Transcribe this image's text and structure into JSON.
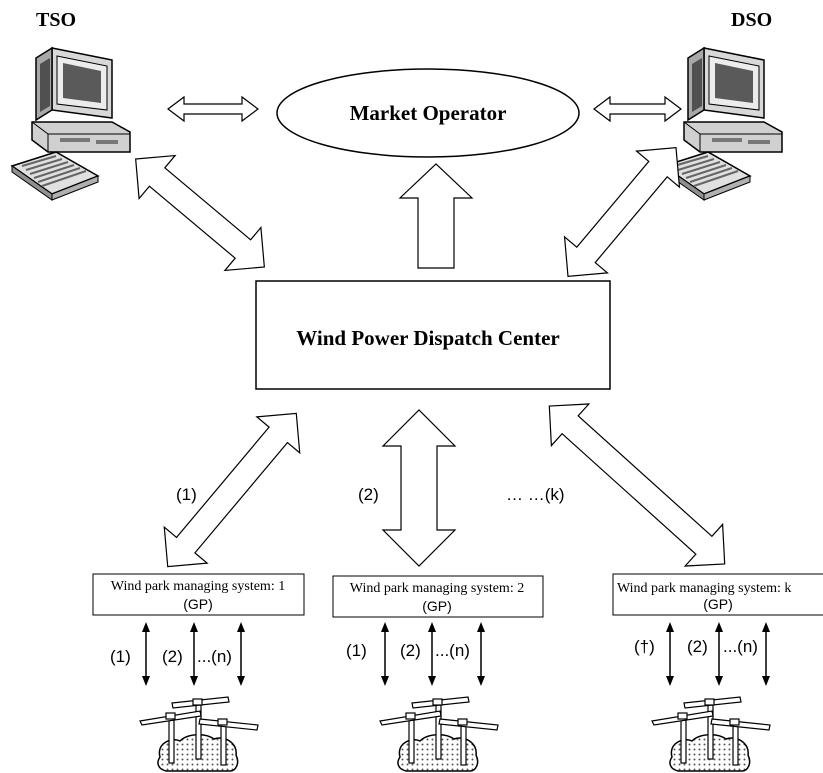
{
  "labels": {
    "tso": "TSO",
    "dso": "DSO",
    "market_operator": "Market Operator",
    "dispatch_center": "Wind Power Dispatch Center"
  },
  "links": {
    "left": "(1)",
    "middle": "(2)",
    "right": "… …(k)"
  },
  "parks": [
    {
      "name": "Wind park managing system: 1",
      "sub": "(GP)",
      "turbine_labels": [
        "(1)",
        "(2)",
        "...(n)"
      ]
    },
    {
      "name": "Wind park managing system: 2",
      "sub": "(GP)",
      "turbine_labels": [
        "(1)",
        "(2)",
        "...(n)"
      ]
    },
    {
      "name": "Wind park managing system: k",
      "sub": "(GP)",
      "turbine_labels": [
        "(†)",
        "(2)",
        "...(n)"
      ]
    }
  ],
  "icons": {
    "computer": "computer-icon",
    "wind_farm": "wind-farm-icon"
  }
}
